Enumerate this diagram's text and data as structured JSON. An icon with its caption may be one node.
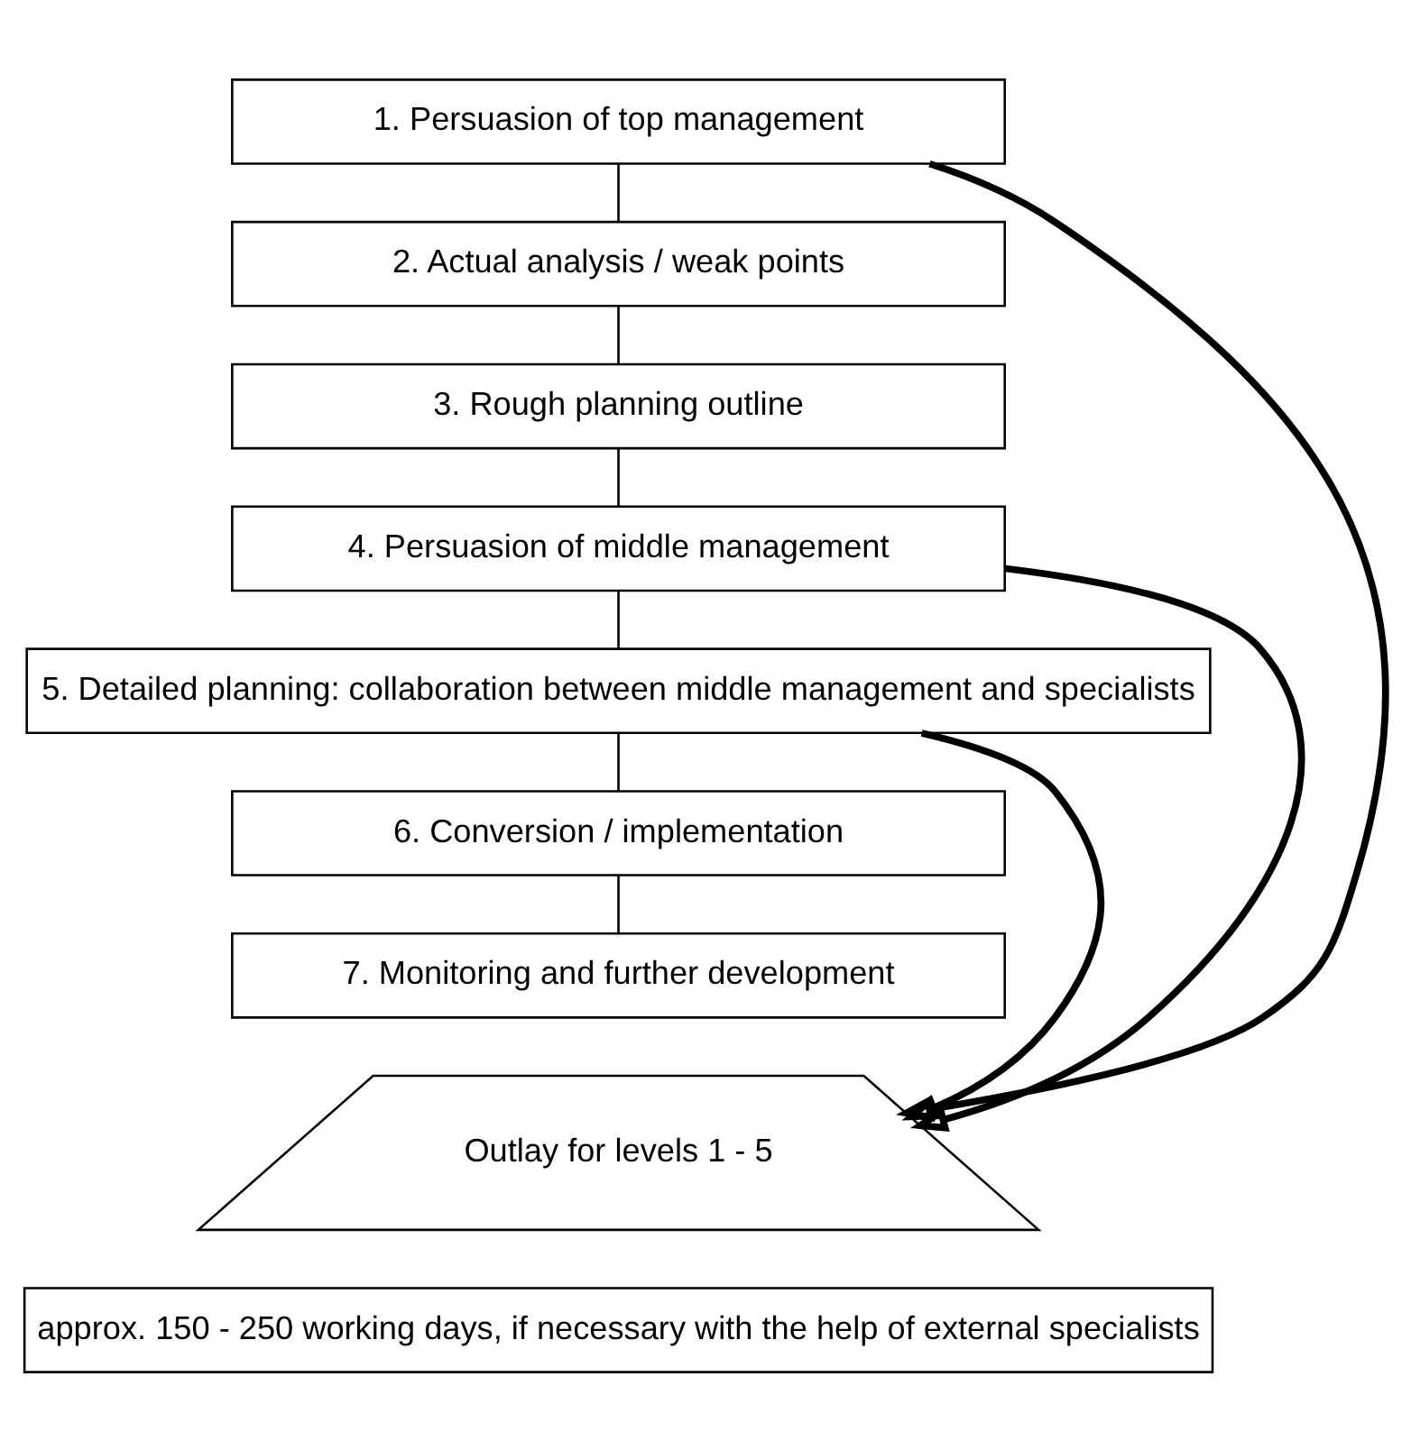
{
  "diagram": {
    "nodes": [
      {
        "text": [
          "1. Persuasion of top management"
        ]
      },
      {
        "text": [
          "2. Actual analysis / weak points"
        ]
      },
      {
        "text": [
          "3. Rough planning outline"
        ]
      },
      {
        "text": [
          "4. Persuasion of middle management"
        ]
      },
      {
        "text": [
          "5. Detailed planning: collaboration between middle management and specialists"
        ]
      },
      {
        "text": [
          "6. Conversion / implementation"
        ]
      },
      {
        "text": [
          "7. Monitoring and further development"
        ]
      },
      {
        "text": [
          "Outlay for levels 1 - 5"
        ]
      },
      {
        "text": [
          "approx. 150 - 250 working days, if necessary with the help of external specialists"
        ]
      }
    ],
    "edges": [
      {
        "from": 0,
        "to": 1,
        "arrow": "none"
      },
      {
        "from": 1,
        "to": 2,
        "arrow": "none"
      },
      {
        "from": 2,
        "to": 3,
        "arrow": "none"
      },
      {
        "from": 3,
        "to": 4,
        "arrow": "none"
      },
      {
        "from": 4,
        "to": 5,
        "arrow": "none"
      },
      {
        "from": 5,
        "to": 6,
        "arrow": "none"
      },
      {
        "from": 0,
        "to": 7,
        "arrow": "to",
        "style": "thick"
      },
      {
        "from": 3,
        "to": 7,
        "arrow": "to",
        "style": "thick"
      },
      {
        "from": 4,
        "to": 7,
        "arrow": "to",
        "style": "thick"
      }
    ]
  }
}
